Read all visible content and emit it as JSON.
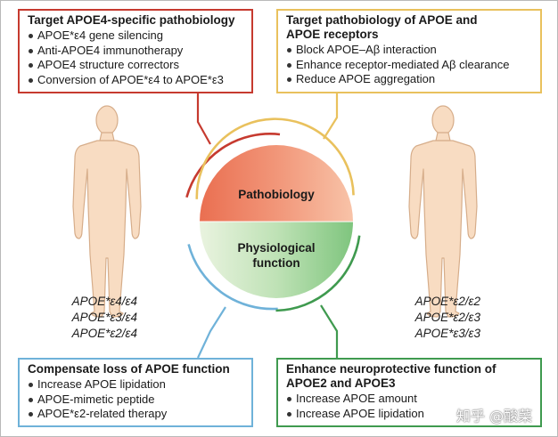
{
  "boxes": {
    "top_left": {
      "title": "Target APOE4-specific pathobiology",
      "items": [
        "APOE*ε4 gene silencing",
        "Anti-APOE4 immunotherapy",
        "APOE4 structure correctors",
        "Conversion of APOE*ε4 to APOE*ε3"
      ]
    },
    "top_right": {
      "title_line1": "Target pathobiology of APOE and",
      "title_line2": "APOE receptors",
      "items": [
        "Block APOE–Aβ interaction",
        "Enhance receptor-mediated Aβ clearance",
        "Reduce APOE aggregation"
      ]
    },
    "bottom_left": {
      "title": "Compensate loss of APOE function",
      "items": [
        "Increase APOE lipidation",
        "APOE-mimetic peptide",
        "APOE*ε2-related therapy"
      ]
    },
    "bottom_right": {
      "title_line1": "Enhance neuroprotective function of",
      "title_line2": "APOE2 and APOE3",
      "items": [
        "Increase APOE amount",
        "Increase APOE lipidation"
      ]
    }
  },
  "circle": {
    "top_label": "Pathobiology",
    "bottom_label_line1": "Physiological",
    "bottom_label_line2": "function"
  },
  "genotypes": {
    "left": [
      "APOE*ε4/ε4",
      "APOE*ε3/ε4",
      "APOE*ε2/ε4"
    ],
    "right": [
      "APOE*ε2/ε2",
      "APOE*ε2/ε3",
      "APOE*ε3/ε3"
    ]
  },
  "watermark": "知乎 @酸菜",
  "colors": {
    "red": "#c63a2f",
    "yellow": "#e9c15d",
    "blue": "#6fb2d9",
    "green": "#3f9a4f",
    "skin": "#f8dcc2",
    "skin_outline": "#d6ad8a",
    "pathobiology_fill": "#ec7a5c",
    "physiology_fill": "#9fd19a"
  }
}
